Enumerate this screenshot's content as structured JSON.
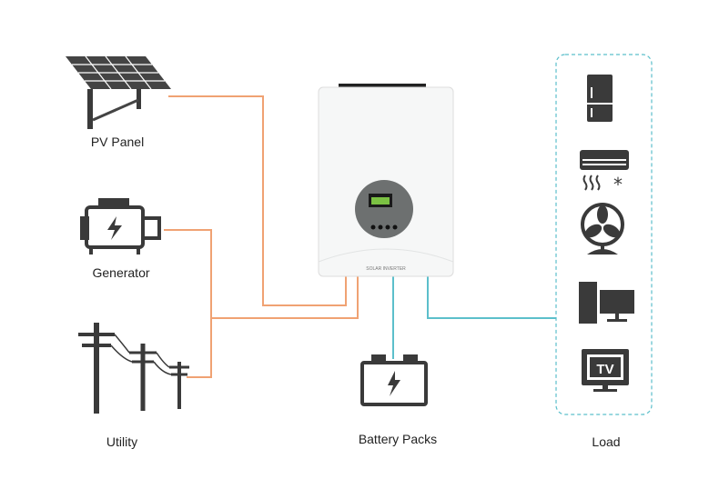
{
  "labels": {
    "pv_panel": "PV Panel",
    "generator": "Generator",
    "utility": "Utility",
    "battery": "Battery Packs",
    "load": "Load",
    "inverter_brand": "SOLAR INVERTER",
    "tv_text": "TV"
  },
  "colors": {
    "ac_input_line": "#f0a273",
    "output_line": "#5cbfcb",
    "icon": "#3a3a3a"
  },
  "load_items": [
    "refrigerator-icon",
    "air-conditioner-icon",
    "fan-icon",
    "computer-icon",
    "tv-icon"
  ]
}
